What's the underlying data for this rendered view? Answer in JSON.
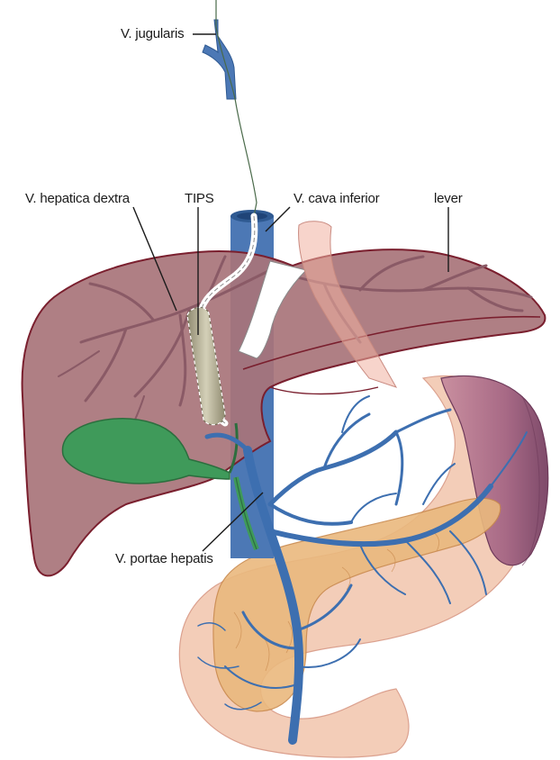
{
  "labels": {
    "jugularis": "V. jugularis",
    "hepatica_dextra": "V. hepatica dextra",
    "tips": "TIPS",
    "cava_inferior": "V. cava inferior",
    "lever": "lever",
    "portae_hepatis": "V. portae hepatis"
  },
  "colors": {
    "liver": "#a8747a",
    "liver_outline": "#7a1f2e",
    "liver_veins": "#8a5a66",
    "vena_cava": "#4c78b5",
    "portal_vein": "#3d6fb0",
    "gallbladder": "#3f9a5a",
    "pancreas": "#eab97e",
    "stomach": "#f2c9b2",
    "spleen": "#9a5a7a",
    "tips_stent": "#b9b49a",
    "background": "#ffffff"
  }
}
